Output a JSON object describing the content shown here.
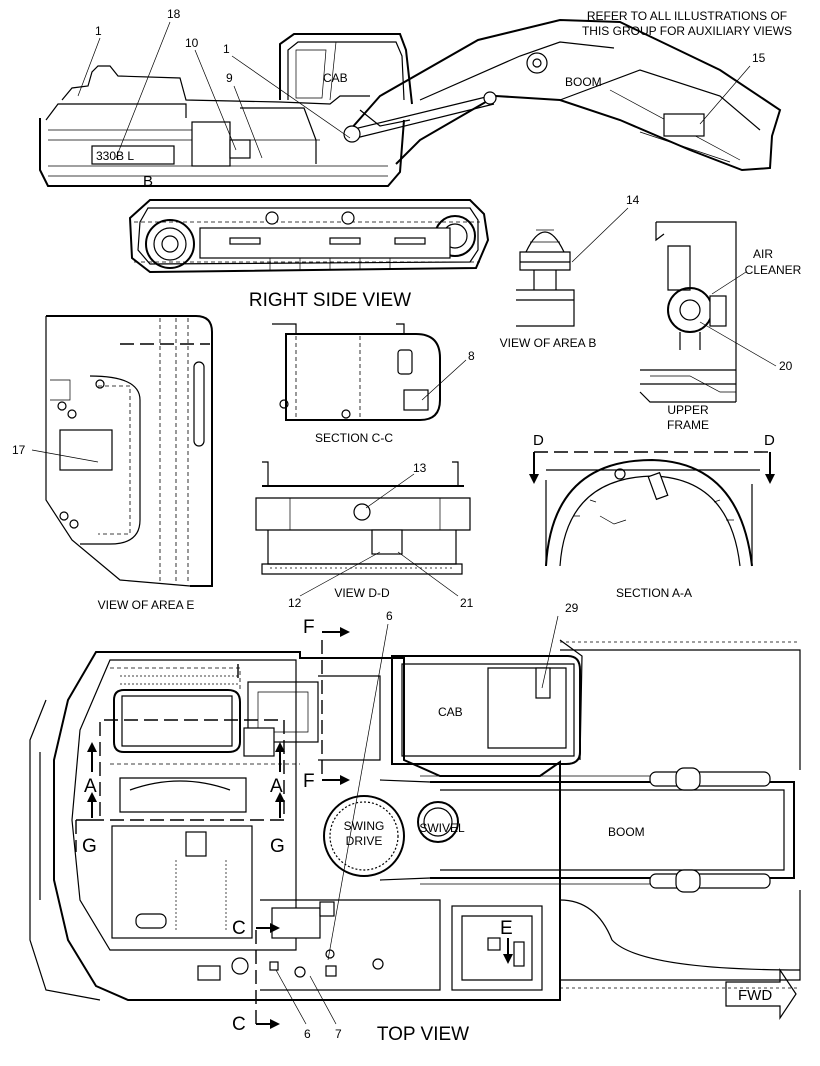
{
  "header_note": {
    "line1": "REFER TO ALL ILLUSTRATIONS OF",
    "line2": "THIS GROUP FOR AUXILIARY VIEWS"
  },
  "view_titles": {
    "right_side": "RIGHT SIDE VIEW",
    "area_b": "VIEW OF AREA B",
    "section_cc": "SECTION C-C",
    "view_dd": "VIEW D-D",
    "area_e": "VIEW OF AREA E",
    "section_aa": "SECTION A-A",
    "top": "TOP VIEW"
  },
  "component_labels": {
    "cab": "CAB",
    "boom": "BOOM",
    "model": "330B L",
    "air_cleaner_1": "AIR",
    "air_cleaner_2": "CLEANER",
    "upper_frame_1": "UPPER",
    "upper_frame_2": "FRAME",
    "swing_1": "SWING",
    "swing_2": "DRIVE",
    "swivel": "SWIVEL",
    "fwd": "FWD"
  },
  "callouts": {
    "c1": "1",
    "c18": "18",
    "c10": "10",
    "c1b": "1",
    "c9": "9",
    "c15": "15",
    "c14": "14",
    "c20": "20",
    "c8": "8",
    "c17": "17",
    "c13": "13",
    "c12": "12",
    "c21": "21",
    "c6a": "6",
    "c29": "29",
    "c6b": "6",
    "c7": "7"
  },
  "section_letters": {
    "b": "B",
    "d": "D",
    "f": "F",
    "a": "A",
    "g": "G",
    "c": "C",
    "e": "E"
  }
}
